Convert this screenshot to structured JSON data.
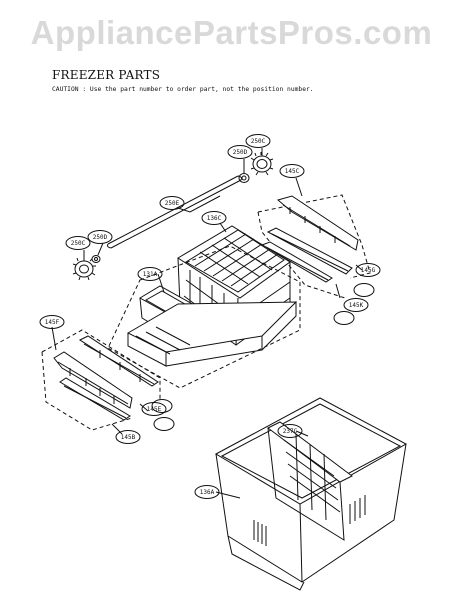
{
  "watermark": "AppliancePartsPros.com",
  "header": {
    "title": "FREEZER PARTS",
    "caution": "CAUTION : Use the part number to order part, not the position number."
  },
  "callouts": [
    {
      "id": "250C-top",
      "text": "250C"
    },
    {
      "id": "250D-top",
      "text": "250D"
    },
    {
      "id": "250E",
      "text": "250E"
    },
    {
      "id": "250C-left",
      "text": "250C"
    },
    {
      "id": "250D-left",
      "text": "250D"
    },
    {
      "id": "136C",
      "text": "136C"
    },
    {
      "id": "145C",
      "text": "145C"
    },
    {
      "id": "145G",
      "text": "145G"
    },
    {
      "id": "145K",
      "text": "145K"
    },
    {
      "id": "131A",
      "text": "131A"
    },
    {
      "id": "145F",
      "text": "145F"
    },
    {
      "id": "145E",
      "text": "145E"
    },
    {
      "id": "145B",
      "text": "145B"
    },
    {
      "id": "237C",
      "text": "237C"
    },
    {
      "id": "136A",
      "text": "136A"
    }
  ]
}
